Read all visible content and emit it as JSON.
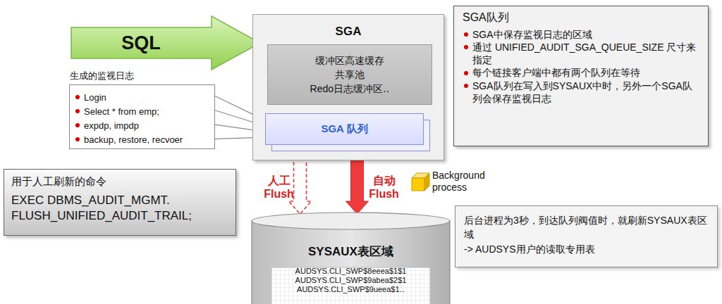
{
  "diagram": {
    "nodes": [
      {
        "text": [
          "SQL"
        ]
      },
      {
        "text": [
          "SGA"
        ]
      },
      {
        "text": [
          "缓冲区高速缓存",
          "共享池",
          "Redo日志缓冲区‥"
        ],
        "in": 1
      },
      {
        "text": [
          "SGA 队列"
        ],
        "in": 1
      },
      {
        "text": [
          "SGA队列",
          "SGA中保存监视日志的区域",
          "通过 UNIFIED_AUDIT_SGA_QUEUE_SIZE 尺寸来指定",
          "每个链接客户端中都有两个队列在等待",
          "SGA队列在写入到SYSAUX中时，另外一个SGA队列会保存监视日志"
        ]
      },
      {
        "text": [
          "生成的监视日志",
          "Login",
          "Select * from emp;",
          "expdp, impdp",
          "backup, restore, recvoer"
        ]
      },
      {
        "text": [
          "用于人工刷新的命令",
          "EXEC DBMS_AUDIT_MGMT. FLUSH_UNIFIED_AUDIT_TRAIL;"
        ]
      },
      {
        "text": [
          "SYSAUX表区域",
          "AUDSYS.CLI_SWP$8eeea$1$1",
          "AUDSYS.CLI_SWP$9abea$2$1",
          "AUDSYS.CLI_SWP$9ueea$1‥"
        ]
      },
      {
        "text": [
          "后台进程为3秒，到达队列阀值时，就刷新SYSAUX表区域",
          "-> AUDSYS用户的读取专用表"
        ]
      }
    ],
    "edges": [
      {
        "from": 5,
        "to": 3,
        "arrow": "to"
      },
      {
        "from": 5,
        "to": 3,
        "arrow": "to"
      },
      {
        "from": 5,
        "to": 3,
        "arrow": "to"
      },
      {
        "from": 5,
        "to": 3,
        "arrow": "to"
      },
      {
        "from": 3,
        "to": 7,
        "label": "人工 Flush",
        "arrow": "to"
      },
      {
        "from": 3,
        "to": 7,
        "label": "自动 Flush",
        "arrow": "to"
      }
    ],
    "labels": [
      "Background process"
    ]
  }
}
